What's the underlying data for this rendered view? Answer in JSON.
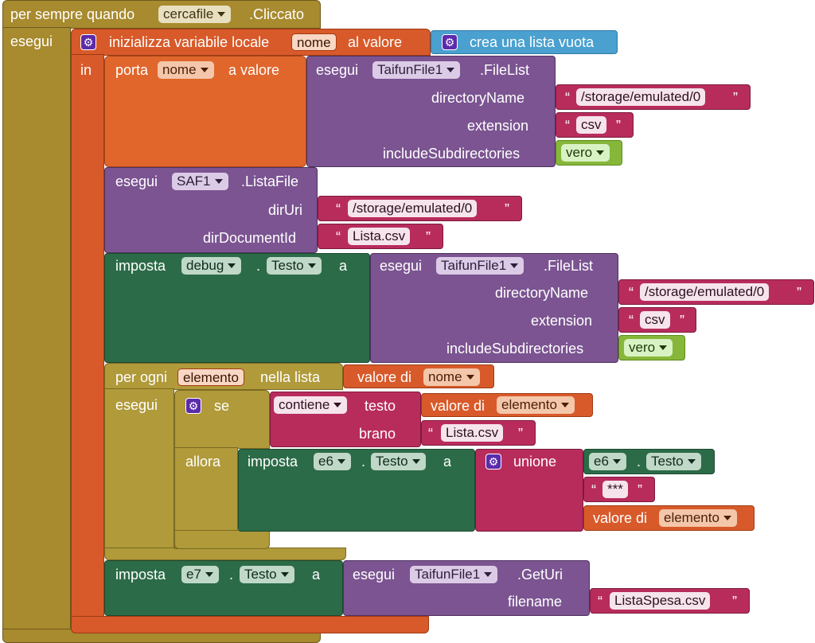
{
  "event": {
    "prefix": "per sempre quando",
    "component": "cercafile",
    "suffix": ".Cliccato",
    "do_label": "esegui"
  },
  "init_local": {
    "label": "inizializza variabile locale",
    "var": "nome",
    "to": "al valore",
    "in_label": "in",
    "value_label": "crea una lista vuota"
  },
  "set_nome": {
    "label": "porta",
    "var": "nome",
    "to": "a valore",
    "call": {
      "do": "esegui",
      "component": "TaifunFile1",
      "method": ".FileList",
      "params": {
        "directoryName": "directoryName",
        "extension": "extension",
        "includeSubdirectories": "includeSubdirectories"
      },
      "values": {
        "dir": "/storage/emulated/0",
        "ext": "csv",
        "sub": "vero"
      }
    }
  },
  "saf_call": {
    "do": "esegui",
    "component": "SAF1",
    "method": ".ListaFile",
    "params": {
      "dirUri": "dirUri",
      "dirDocumentId": "dirDocumentId"
    },
    "values": {
      "dirUri": "/storage/emulated/0",
      "dirDocumentId": "Lista.csv"
    }
  },
  "set_debug": {
    "label": "imposta",
    "component": "debug",
    "dot": ".",
    "prop": "Testo",
    "to": "a",
    "call": {
      "do": "esegui",
      "component": "TaifunFile1",
      "method": ".FileList",
      "params": {
        "directoryName": "directoryName",
        "extension": "extension",
        "includeSubdirectories": "includeSubdirectories"
      },
      "values": {
        "dir": "/storage/emulated/0",
        "ext": "csv",
        "sub": "vero"
      }
    }
  },
  "foreach": {
    "label": "per ogni",
    "var": "elemento",
    "in_list": "nella lista",
    "do_label": "esegui",
    "list_value": {
      "label": "valore di",
      "var": "nome"
    },
    "if_block": {
      "if_label": "se",
      "then_label": "allora",
      "contains": {
        "op": "contiene",
        "text_label": "testo",
        "piece_label": "brano",
        "text_value": {
          "label": "valore di",
          "var": "elemento"
        },
        "piece": "Lista.csv"
      },
      "set_e6": {
        "label": "imposta",
        "component": "e6",
        "dot": ".",
        "prop": "Testo",
        "to": "a",
        "join": {
          "label": "unione",
          "item1": {
            "component": "e6",
            "dot": ".",
            "prop": "Testo"
          },
          "item2": "***",
          "item3": {
            "label": "valore di",
            "var": "elemento"
          }
        }
      }
    }
  },
  "set_e7": {
    "label": "imposta",
    "component": "e7",
    "dot": ".",
    "prop": "Testo",
    "to": "a",
    "call": {
      "do": "esegui",
      "component": "TaifunFile1",
      "method": ".GetUri",
      "param": "filename",
      "value": "ListaSpesa.csv"
    }
  },
  "quote_open": "“",
  "quote_close": "”"
}
